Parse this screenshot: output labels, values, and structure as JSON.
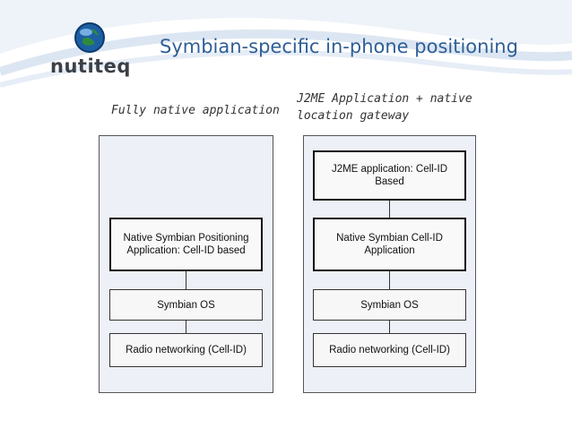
{
  "brand": {
    "logo_text": "nutiteq"
  },
  "slide": {
    "title": "Symbian-specific in-phone positioning"
  },
  "diagram": {
    "left": {
      "caption": "Fully native application",
      "boxes": [
        "Native Symbian Positioning Application: Cell-ID based",
        "Symbian OS",
        "Radio networking (Cell-ID)"
      ]
    },
    "right": {
      "caption": "J2ME Application + native location gateway",
      "boxes": [
        "J2ME application: Cell-ID Based",
        "Native Symbian Cell-ID Application",
        "Symbian OS",
        "Radio networking (Cell-ID)"
      ]
    }
  },
  "colors": {
    "title": "#2f5f96",
    "panel_fill": "#edf1f7",
    "swirl": "#dce6f2"
  },
  "icons": {
    "logo": "globe-icon"
  }
}
